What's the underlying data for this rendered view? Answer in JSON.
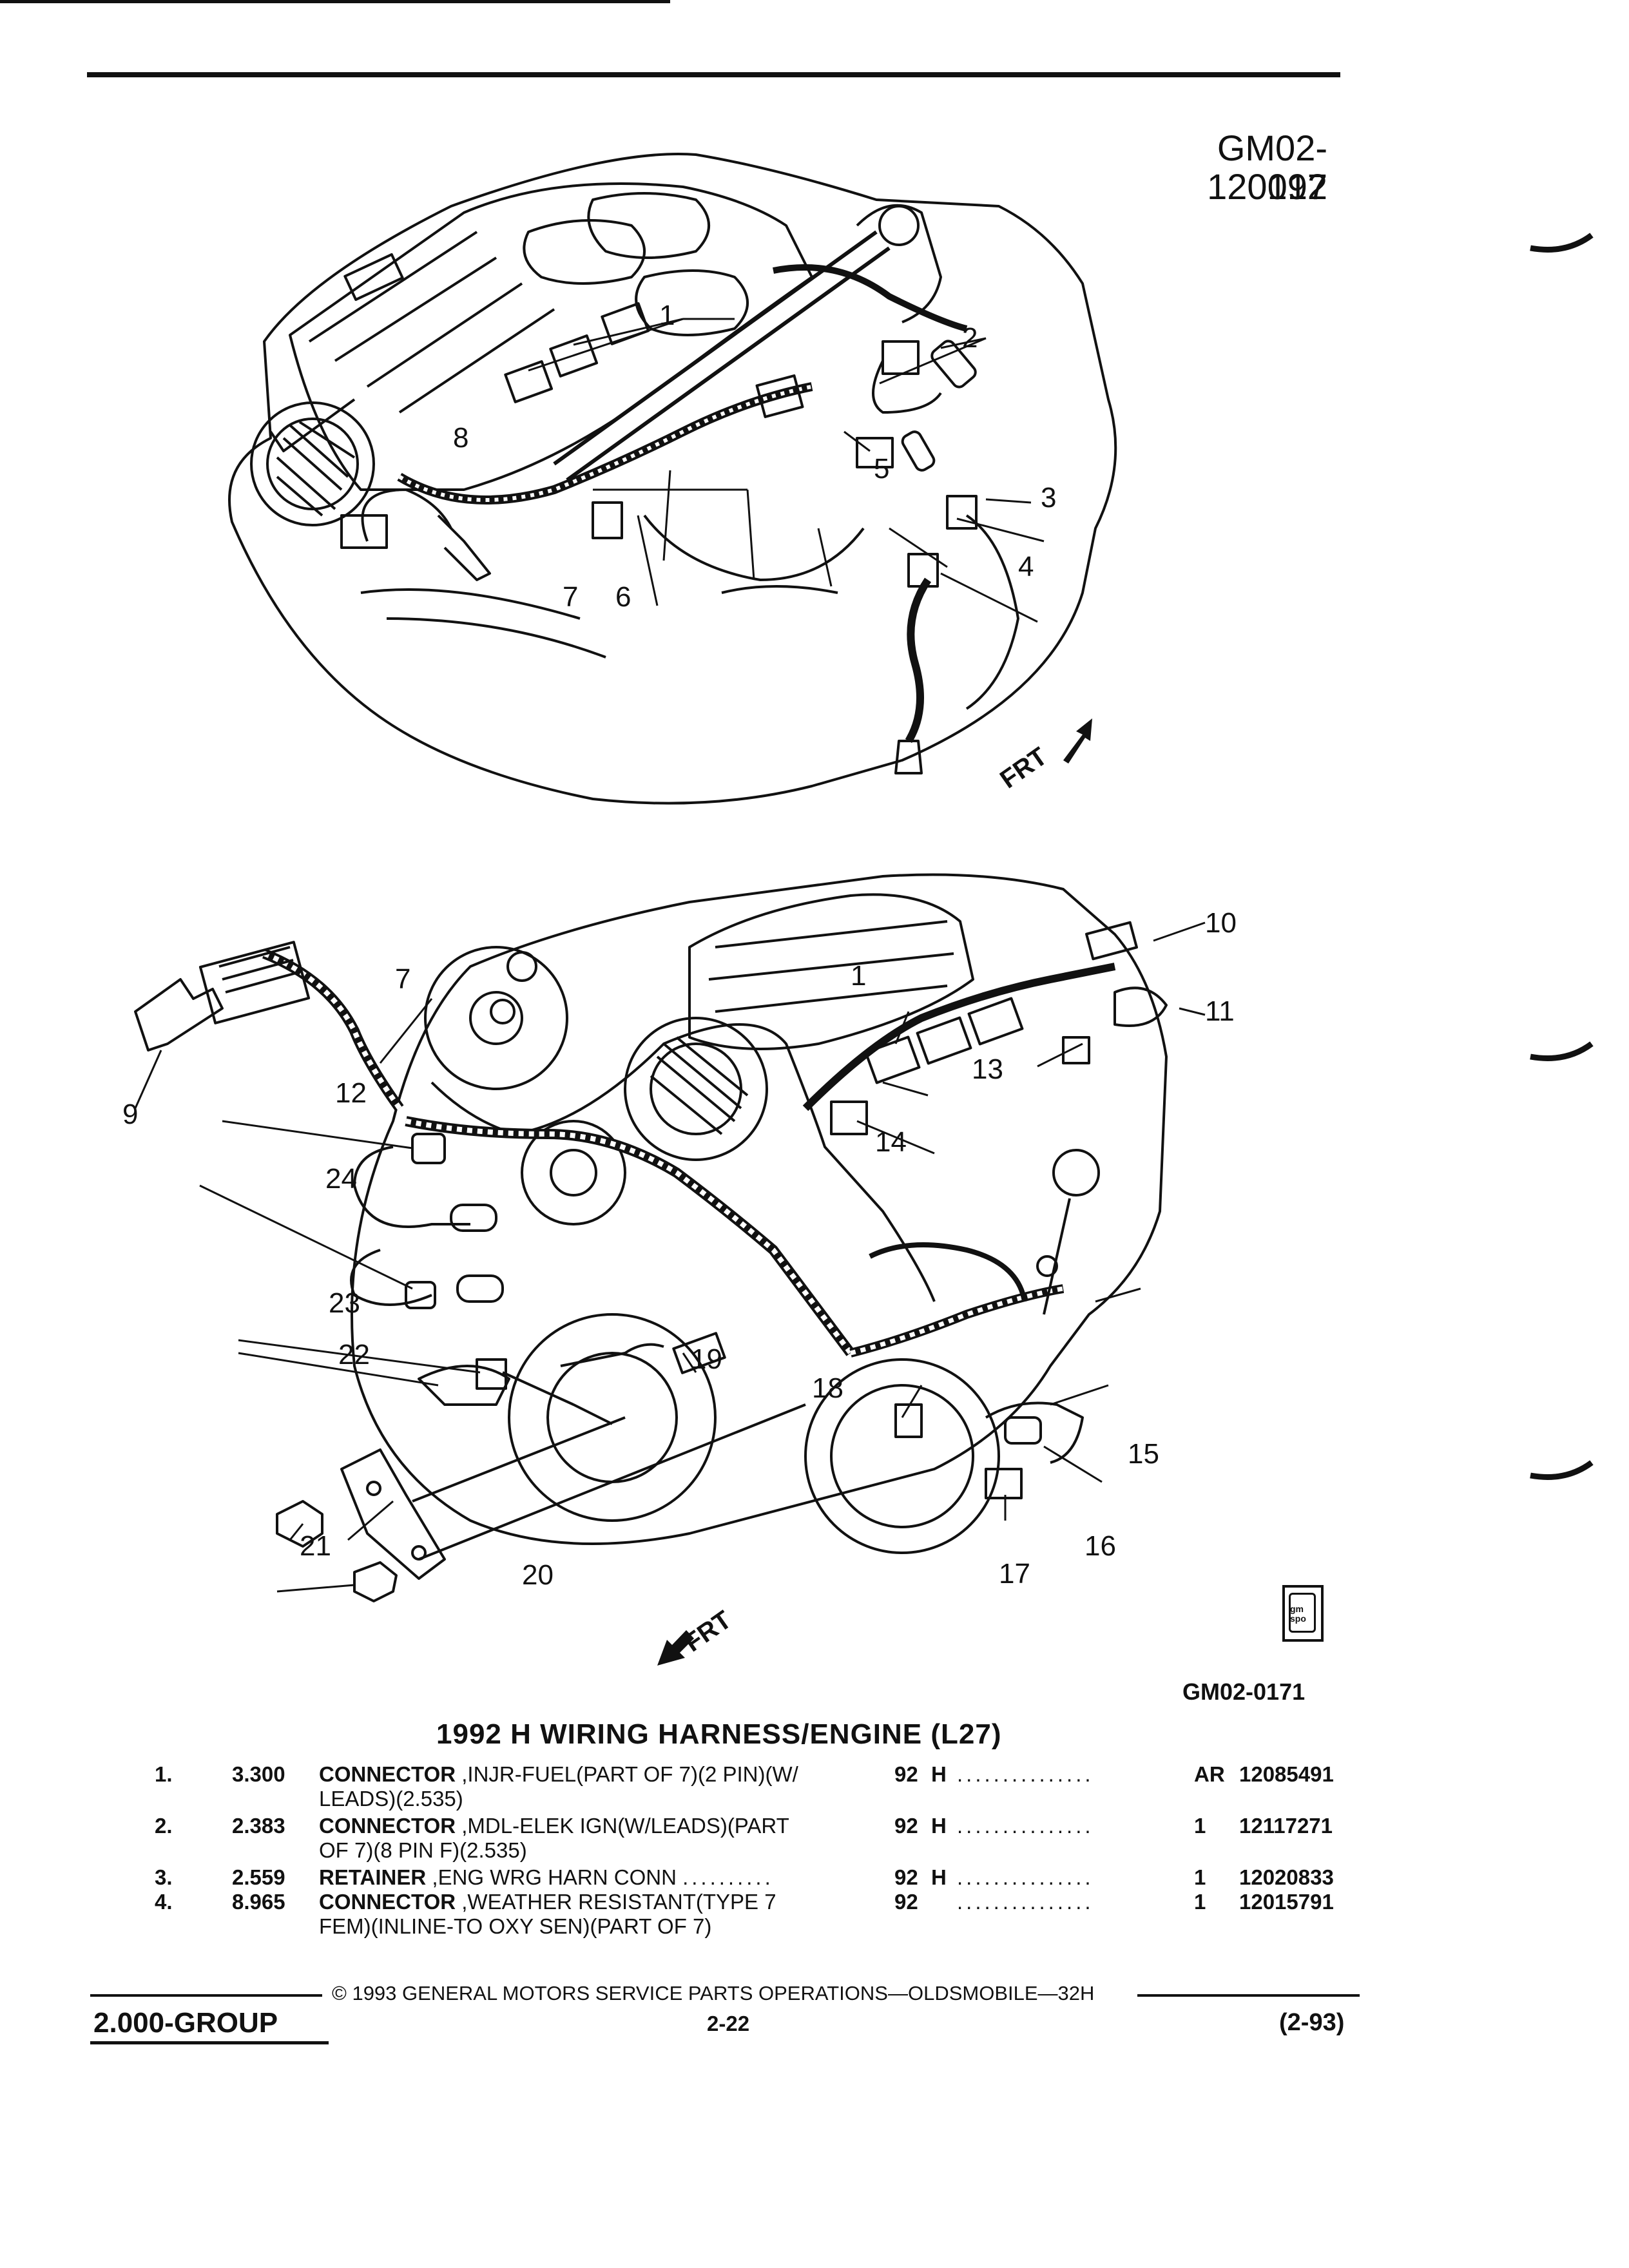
{
  "figure_top": {
    "id": "GM02-017",
    "date": "120192",
    "direction_label": "FRT"
  },
  "figure_bottom": {
    "id": "GM02-0171",
    "direction_label": "FRT",
    "logo_text": "gm spo"
  },
  "callouts_top": [
    "1",
    "2",
    "3",
    "4",
    "5",
    "6",
    "7",
    "8"
  ],
  "callouts_bottom": [
    "1",
    "7",
    "9",
    "10",
    "11",
    "12",
    "13",
    "14",
    "15",
    "16",
    "17",
    "18",
    "19",
    "20",
    "21",
    "22",
    "23",
    "24"
  ],
  "section_title": "1992 H WIRING HARNESS/ENGINE (L27)",
  "parts": [
    {
      "num": "1.",
      "ref": "3.300",
      "name": "CONNECTOR",
      "desc": ",INJR-FUEL(PART OF 7)(2 PIN)(W/",
      "desc2": "LEADS)(2.535)",
      "year": "92",
      "series": "H",
      "qty": "AR",
      "part_no": "12085491"
    },
    {
      "num": "2.",
      "ref": "2.383",
      "name": "CONNECTOR",
      "desc": ",MDL-ELEK IGN(W/LEADS)(PART",
      "desc2": "OF 7)(8 PIN F)(2.535)",
      "year": "92",
      "series": "H",
      "qty": "1",
      "part_no": "12117271"
    },
    {
      "num": "3.",
      "ref": "2.559",
      "name": "RETAINER",
      "desc": ",ENG WRG HARN CONN",
      "desc2": "",
      "year": "92",
      "series": "H",
      "qty": "1",
      "part_no": "12020833"
    },
    {
      "num": "4.",
      "ref": "8.965",
      "name": "CONNECTOR",
      "desc": ",WEATHER RESISTANT(TYPE 7",
      "desc2": "FEM)(INLINE-TO OXY SEN)(PART OF 7)",
      "year": "92",
      "series": "",
      "qty": "1",
      "part_no": "12015791"
    }
  ],
  "footer": {
    "copyright": "© 1993 GENERAL MOTORS SERVICE PARTS OPERATIONS—OLDSMOBILE—32H",
    "group": "2.000-GROUP",
    "page": "2-22",
    "revision": "(2-93)"
  },
  "colors": {
    "ink": "#111111",
    "paper": "#ffffff"
  }
}
